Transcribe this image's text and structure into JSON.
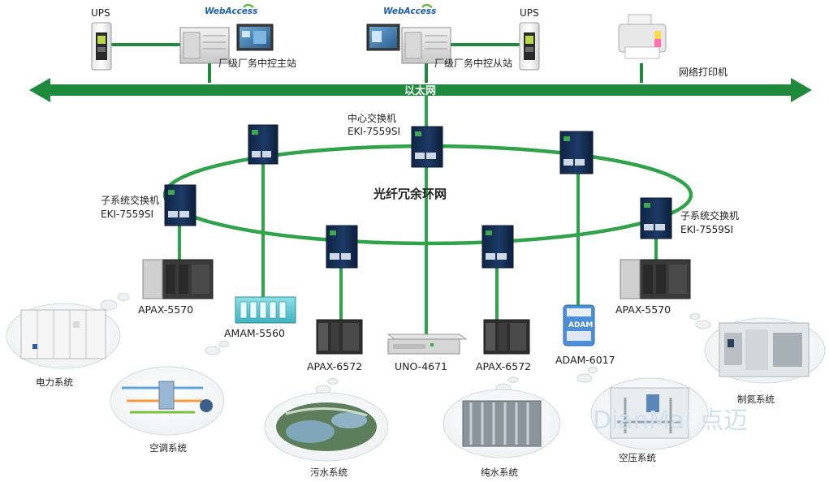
{
  "top": {
    "ups_left": "UPS",
    "ups_right": "UPS",
    "webaccess_left": "WebAccess",
    "webaccess_right": "WebAccess",
    "main_station": "厂级厂务中控主站",
    "slave_station": "厂级厂务中控从站",
    "printer": "网络打印机",
    "ethernet": "以太网"
  },
  "ring": {
    "label": "光纤冗余环网",
    "center_switch": [
      "中心交换机",
      "EKI-7559SI"
    ],
    "left_switch": [
      "子系统交换机",
      "EKI-7559SI"
    ],
    "right_switch": [
      "子系统交换机",
      "EKI-7559SI"
    ]
  },
  "devices": {
    "apax5570_left": "APAX-5570",
    "amam5560": "AMAM-5560",
    "apax6572_left": "APAX-6572",
    "uno4671": "UNO-4671",
    "apax6572_right": "APAX-6572",
    "adam6017": "ADAM-6017",
    "apax5570_right": "APAX-5570",
    "adam_brand": "ADAM"
  },
  "systems": {
    "power": "电力系统",
    "hvac": "空调系统",
    "sewage": "污水系统",
    "purewater": "纯水系统",
    "air": "空压系统",
    "nitrogen": "制氮系统"
  },
  "watermark": "DianMai 点迈",
  "colors": {
    "network_green": "#1f8a3c",
    "ring_green": "#2fa24a",
    "switch_blue": "#1d3a66",
    "webaccess_blue": "#1a5fa8",
    "webaccess_green": "#6cb33f"
  }
}
